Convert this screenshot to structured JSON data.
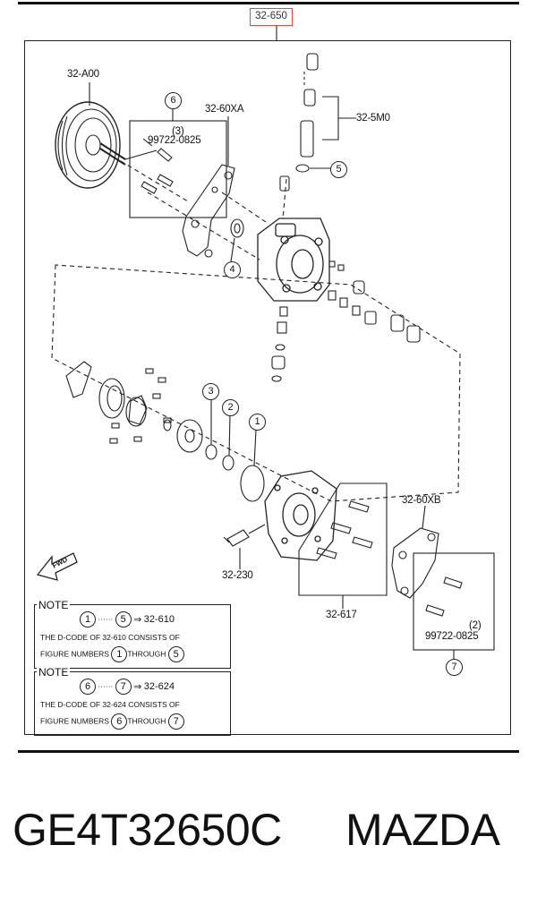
{
  "header": {
    "ref_code": "32-650"
  },
  "labels": {
    "pulley": "32-A00",
    "bracket_a": "32-60XA",
    "fitting": "32-5M0",
    "bracket_b": "32-60XB",
    "sensor": "32-230",
    "bolt_kit": "32-617",
    "bolt_a_pn": "99722-0825",
    "bolt_a_qty": "(3)",
    "bolt_b_pn": "99722-0825",
    "bolt_b_qty": "(2)",
    "fwd": "FWD"
  },
  "callouts": {
    "c1": "1",
    "c2": "2",
    "c3": "3",
    "c4": "4",
    "c5": "5",
    "c6": "6",
    "c7": "7"
  },
  "notes": [
    {
      "title": "NOTE",
      "from": "1",
      "to": "5",
      "arrow": "⇒",
      "code": "32-610",
      "line2": "THE D-CODE OF 32-610  CONSISTS OF",
      "line3a": "FIGURE NUMBERS",
      "line3b": "THROUGH"
    },
    {
      "title": "NOTE",
      "from": "6",
      "to": "7",
      "arrow": "⇒",
      "code": "32-624",
      "line2": "THE D-CODE OF 32-624  CONSISTS OF",
      "line3a": "FIGURE NUMBERS",
      "line3b": "THROUGH"
    }
  ],
  "footer": {
    "part_number": "GE4T32650C",
    "brand": "MAZDA"
  },
  "colors": {
    "highlight": "#e0484a",
    "ink": "#111111"
  }
}
